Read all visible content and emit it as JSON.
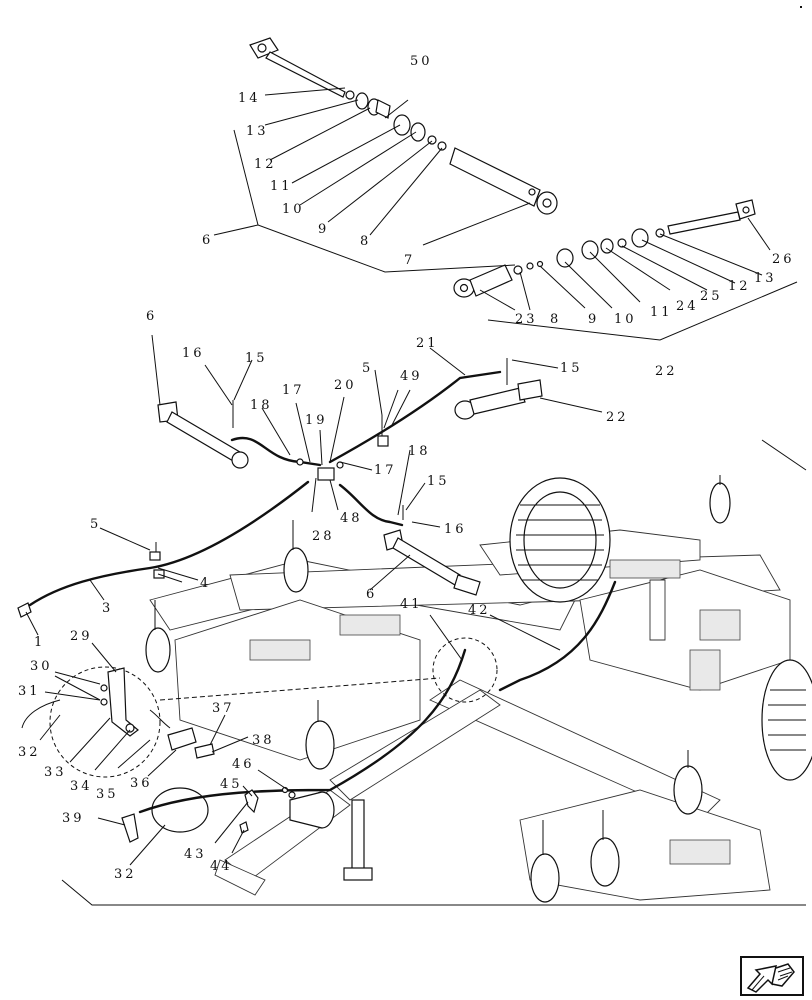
{
  "diagram": {
    "callouts": {
      "c1": "1",
      "c3": "3",
      "c4": "4",
      "c5a": "5",
      "c5b": "5",
      "c6a": "6",
      "c6b": "6",
      "c6c": "6",
      "c7": "7",
      "c8a": "8",
      "c8b": "8",
      "c9a": "9",
      "c9b": "9",
      "c10a": "10",
      "c10b": "10",
      "c11a": "11",
      "c11b": "11",
      "c12a": "12",
      "c12b": "12",
      "c13a": "13",
      "c13b": "13",
      "c14": "14",
      "c15a": "15",
      "c15b": "15",
      "c15c": "15",
      "c16a": "16",
      "c16b": "16",
      "c17a": "17",
      "c17b": "17",
      "c18a": "18",
      "c18b": "18",
      "c19": "19",
      "c20": "20",
      "c21": "21",
      "c22a": "22",
      "c22b": "22",
      "c23": "23",
      "c24": "24",
      "c25": "25",
      "c26": "26",
      "c28": "28",
      "c29": "29",
      "c30": "30",
      "c31": "31",
      "c32a": "32",
      "c32b": "32",
      "c33": "33",
      "c34": "34",
      "c35": "35",
      "c36": "36",
      "c37": "37",
      "c38": "38",
      "c39": "39",
      "c41": "41",
      "c42": "42",
      "c43": "43",
      "c44": "44",
      "c45": "45",
      "c46": "46",
      "c48": "48",
      "c49": "49",
      "c50": "50"
    }
  },
  "navigation": {
    "next_icon": "arrow-next-icon"
  }
}
